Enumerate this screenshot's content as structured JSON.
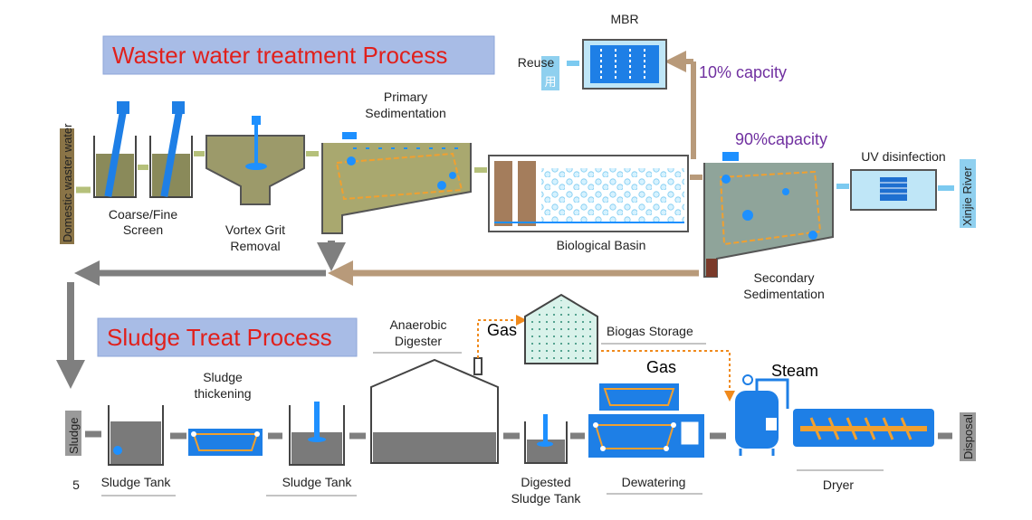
{
  "titles": {
    "wastewater": "Waster water treatment Process",
    "sludge": "Sludge Treat Process"
  },
  "wastewater": {
    "source": "Domestic waster water",
    "coarse_fine_screen": [
      "Coarse/Fine",
      "Screen"
    ],
    "vortex_grit": [
      "Vortex Grit",
      "Removal"
    ],
    "primary_sedimentation": [
      "Primary",
      "Sedimentation"
    ],
    "biological_basin": "Biological Basin",
    "secondary_sedimentation": [
      "Secondary",
      "Sedimentation"
    ],
    "uv_disinfection": "UV disinfection",
    "river": "Xinjie River",
    "mbr": "MBR",
    "reuse": "Reuse",
    "reuse_char": "用",
    "capacity_10": "10% capcity",
    "capacity_90": "90%capacity"
  },
  "sludge": {
    "sludge_label": "Sludge",
    "sludge_tank_1": "Sludge Tank",
    "sludge_thickening": [
      "Sludge",
      "thickening"
    ],
    "sludge_tank_2": "Sludge Tank",
    "anaerobic_digester": [
      "Anaerobic",
      "Digester"
    ],
    "gas_1": "Gas",
    "biogas_storage": "Biogas Storage",
    "gas_2": "Gas",
    "steam": "Steam",
    "digested_sludge_tank": [
      "Digested",
      "Sludge Tank"
    ],
    "dewatering": "Dewatering",
    "dryer": "Dryer",
    "disposal": "Disposal",
    "page_number": "5"
  },
  "colors": {
    "banner_bg": "#a8bce6",
    "banner_text": "#e0201c",
    "capacity_text": "#7030a0",
    "flow_brown": "#b89a7a",
    "flow_grey": "#7f7f7f",
    "equipment_blue": "#1e90ff",
    "gas_orange": "#f08a1c"
  }
}
